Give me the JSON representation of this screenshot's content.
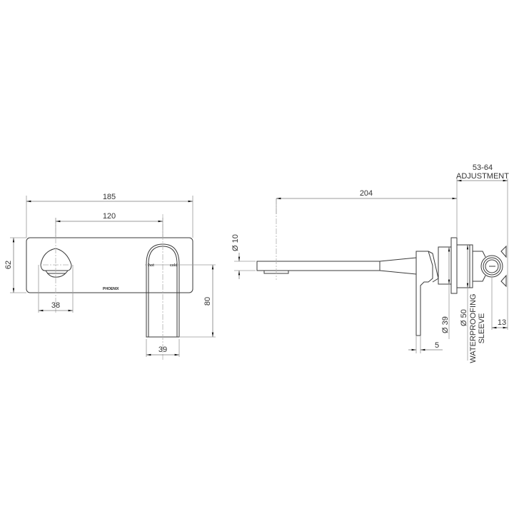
{
  "front_view": {
    "dim_overall_width": "185",
    "dim_centers": "120",
    "dim_height": "62",
    "dim_handle_width": "38",
    "dim_spout_width": "39",
    "dim_spout_drop": "80",
    "label_hot": "hot",
    "label_cold": "cold",
    "brand_text": "PHOENIX"
  },
  "side_view": {
    "dim_spout_reach": "204",
    "dim_spout_dia": "Ø 10",
    "dim_adjustment_value": "53-64",
    "dim_adjustment_label": "ADJUSTMENT",
    "dim_body_dia": "Ø 39",
    "dim_sleeve_dia": "Ø 50",
    "sleeve_label_line1": "WATERPROOFING",
    "sleeve_label_line2": "SLEEVE",
    "dim_plate_thickness": "5",
    "dim_offset": "13"
  },
  "colors": {
    "line": "#3a3a3a",
    "dimension": "#7a7a7a",
    "background": "#ffffff"
  }
}
